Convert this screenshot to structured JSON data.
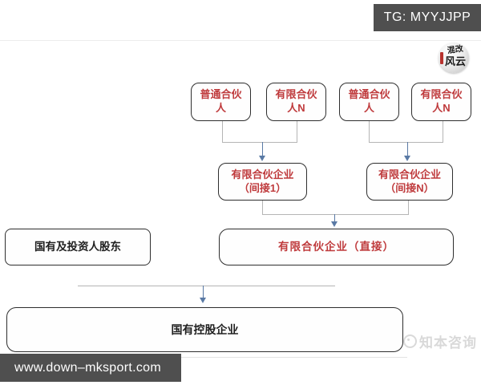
{
  "page": {
    "tg_badge": "TG: MYYJJPP",
    "footer_url": "www.down–mksport.com",
    "watermark": "知本咨询",
    "seal": {
      "line1": "混改",
      "line2": "风云"
    }
  },
  "colors": {
    "accent_red": "#bf3a3c",
    "arrow_blue": "#5a7aa5",
    "line_gray": "#b5b5b5",
    "bar_bg": "#4f4f4f",
    "watermark_gray": "#d9d9d9"
  },
  "diagram": {
    "row1": [
      {
        "line1": "普通合伙",
        "line2": "人"
      },
      {
        "line1": "有限合伙",
        "line2": "人N"
      },
      {
        "line1": "普通合伙",
        "line2": "人"
      },
      {
        "line1": "有限合伙",
        "line2": "人N"
      }
    ],
    "row2": [
      {
        "line1": "有限合伙企业",
        "line2": "（间接1）"
      },
      {
        "line1": "有限合伙企业",
        "line2": "（间接N）"
      }
    ],
    "row3": {
      "left": "国有及投资人股东",
      "right": "有限合伙企业（直接）"
    },
    "row4": "国有控股企业"
  }
}
